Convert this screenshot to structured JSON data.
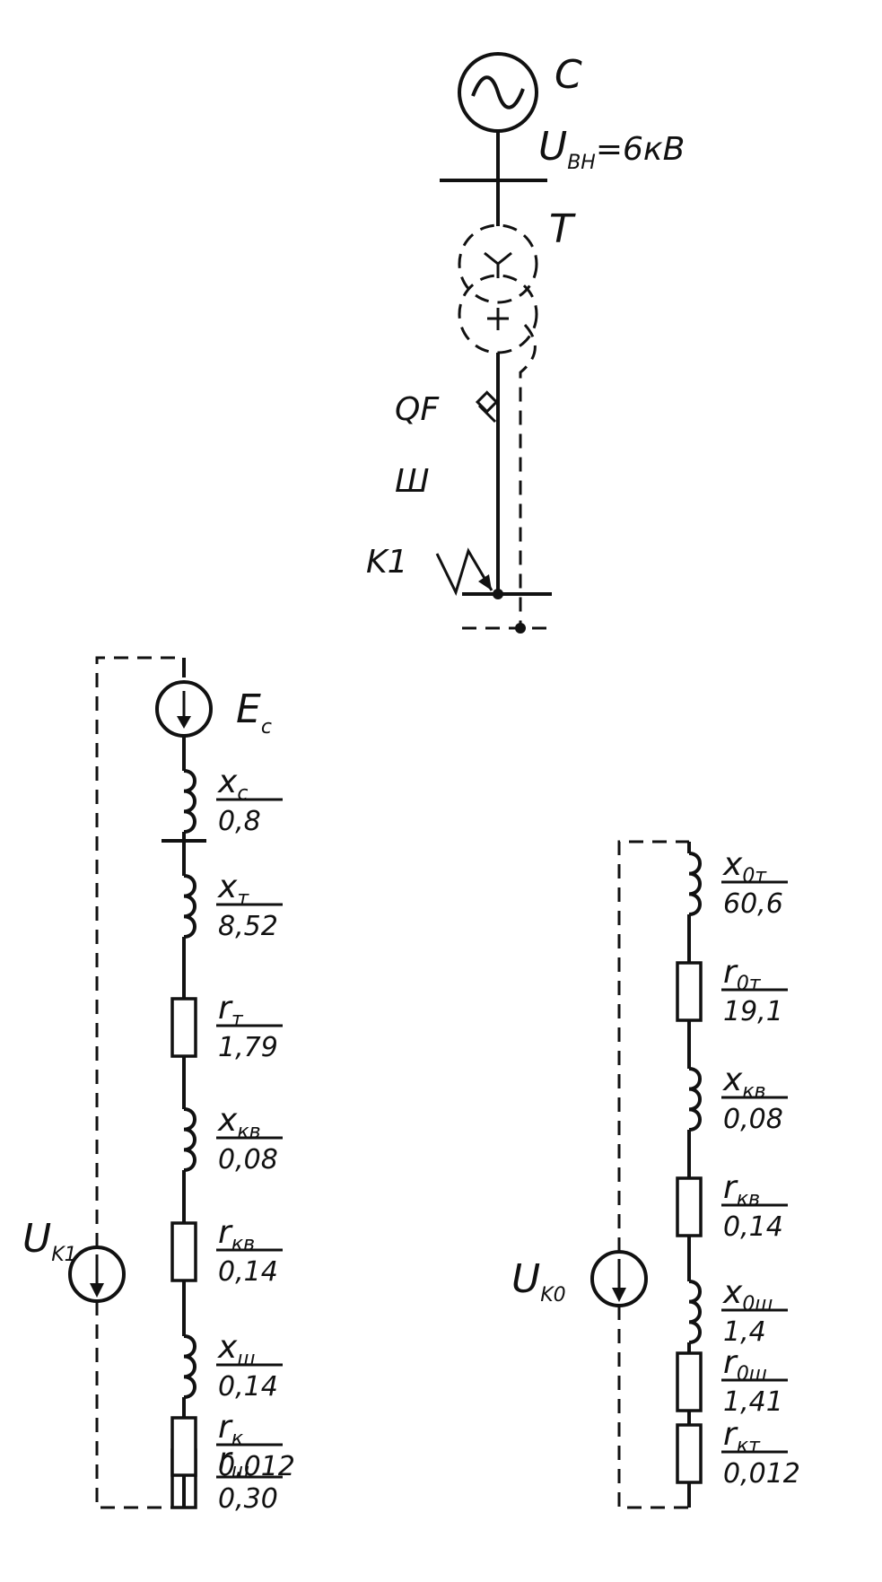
{
  "scheme": {
    "source_label": "C",
    "voltage_label": "U",
    "voltage_sub": "ВН",
    "voltage_value": "=6кВ",
    "transformer_label": "T",
    "breaker_label": "QF",
    "busbar_label": "Ш",
    "fault_label": "K1"
  },
  "circuit1": {
    "emf_label": "E",
    "emf_sub": "с",
    "fault_voltage_label": "U",
    "fault_voltage_sub": "K1",
    "elements": [
      {
        "kind": "inductor",
        "sym": "x",
        "sub": "с",
        "value": "0,8"
      },
      {
        "kind": "inductor",
        "sym": "x",
        "sub": "т",
        "value": "8,52"
      },
      {
        "kind": "resistor",
        "sym": "r",
        "sub": "т",
        "value": "1,79"
      },
      {
        "kind": "inductor",
        "sym": "x",
        "sub": "кв",
        "value": "0,08"
      },
      {
        "kind": "resistor",
        "sym": "r",
        "sub": "кв",
        "value": "0,14"
      },
      {
        "kind": "inductor",
        "sym": "x",
        "sub": "ш",
        "value": "0,14"
      },
      {
        "kind": "resistor",
        "sym": "r",
        "sub": "ш",
        "value": "0,30"
      },
      {
        "kind": "resistor",
        "sym": "r",
        "sub": "к",
        "value": "0,012"
      }
    ]
  },
  "circuit2": {
    "fault_voltage_label": "U",
    "fault_voltage_sub": "K0",
    "elements": [
      {
        "kind": "inductor",
        "sym": "x",
        "sub": "0т",
        "value": "60,6"
      },
      {
        "kind": "resistor",
        "sym": "r",
        "sub": "0т",
        "value": "19,1"
      },
      {
        "kind": "inductor",
        "sym": "x",
        "sub": "кв",
        "value": "0,08"
      },
      {
        "kind": "resistor",
        "sym": "r",
        "sub": "кв",
        "value": "0,14"
      },
      {
        "kind": "inductor",
        "sym": "x",
        "sub": "0ш",
        "value": "1,4"
      },
      {
        "kind": "resistor",
        "sym": "r",
        "sub": "0ш",
        "value": "1,41"
      },
      {
        "kind": "resistor",
        "sym": "r",
        "sub": "кт",
        "value": "0,012"
      }
    ]
  }
}
